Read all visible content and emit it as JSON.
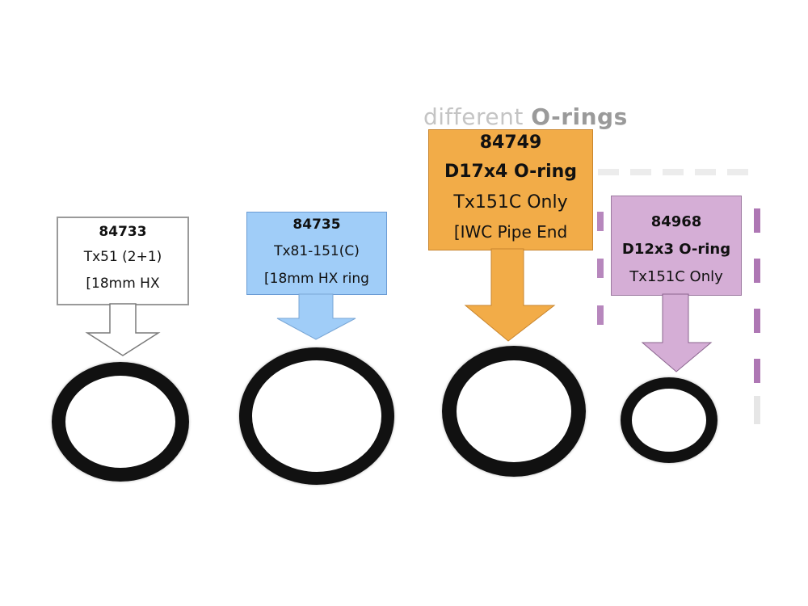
{
  "background_heading": {
    "light": "different ",
    "bold": "O-rings"
  },
  "labels": [
    {
      "code": "84733",
      "line1": "Tx51 (2+1)",
      "line2": "[18mm HX",
      "color": "#ffffff",
      "arrow_color": "#ffffff"
    },
    {
      "code": "84735",
      "line1": "Tx81-151(C)",
      "line2": "[18mm HX ring",
      "color": "#a0cdf8",
      "arrow_color": "#a0cdf8"
    },
    {
      "code": "84749",
      "line1": "D17x4 O-ring",
      "line2": "Tx151C Only",
      "line3": "[IWC Pipe End",
      "color": "#f2ac48",
      "arrow_color": "#f2ac48"
    },
    {
      "code": "84968",
      "line1": "D12x3 O-ring",
      "line2": "Tx151C Only",
      "color": "#d5aed6",
      "arrow_color": "#d5aed6"
    }
  ],
  "rings": [
    "o-ring-84733",
    "o-ring-84735",
    "o-ring-84749",
    "o-ring-84968"
  ]
}
